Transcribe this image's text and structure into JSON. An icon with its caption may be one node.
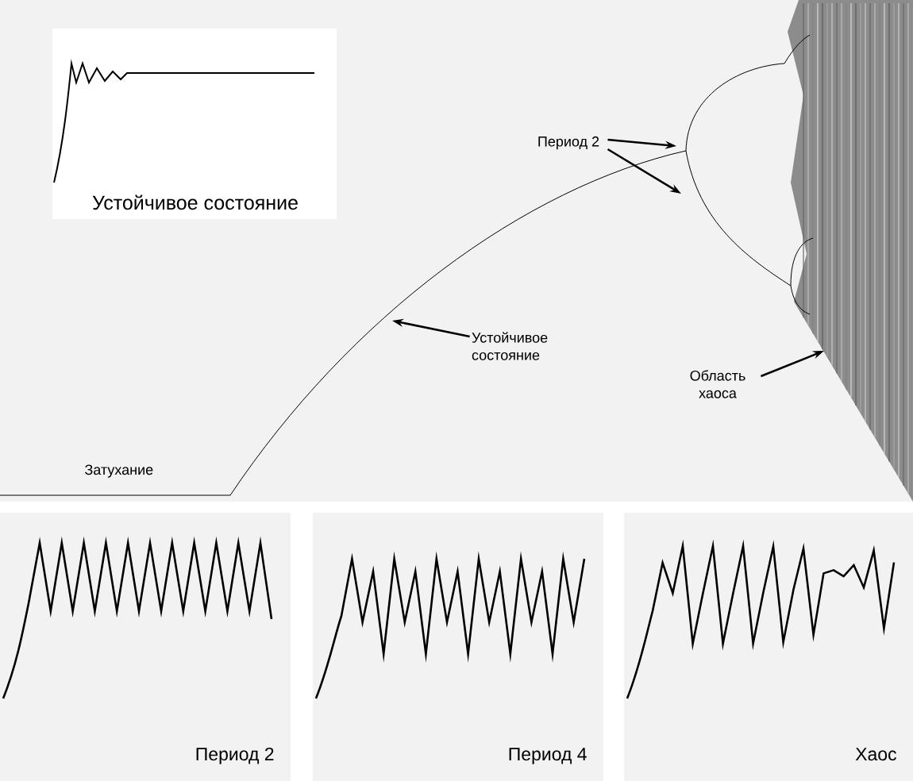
{
  "diagram": {
    "nodes": [
      {
        "text": [
          "Устойчивое состояние"
        ]
      },
      {
        "text": [
          "Период 2"
        ]
      },
      {
        "text": [
          "Устойчивое состояние"
        ]
      },
      {
        "text": [
          "Область хаоса"
        ]
      },
      {
        "text": [
          "Период 2"
        ]
      },
      {
        "text": [
          "Период 4"
        ]
      },
      {
        "text": [
          "Хаос"
        ]
      }
    ],
    "edges": [
      {
        "from": 1,
        "to": null,
        "arrow": "to"
      },
      {
        "from": 1,
        "to": null,
        "arrow": "to"
      },
      {
        "from": 2,
        "to": null,
        "arrow": "to"
      },
      {
        "from": 3,
        "to": null,
        "arrow": "to"
      }
    ],
    "labels": [
      "Затухание"
    ]
  }
}
